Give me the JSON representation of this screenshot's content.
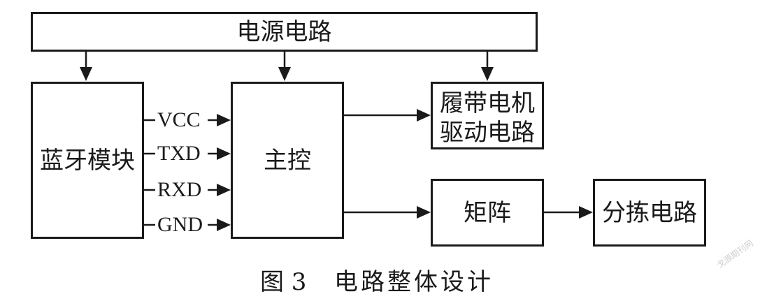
{
  "diagram": {
    "power": "电源电路",
    "bluetooth": "蓝牙模块",
    "mcu": "主控",
    "track_driver_line1": "履带电机",
    "track_driver_line2": "驱动电路",
    "matrix": "矩阵",
    "sorting": "分拣电路",
    "signals": [
      "VCC",
      "TXD",
      "RXD",
      "GND"
    ]
  },
  "caption": {
    "figure_no": "图 3",
    "title": "电路整体设计"
  },
  "watermark": "戈源期刊网"
}
